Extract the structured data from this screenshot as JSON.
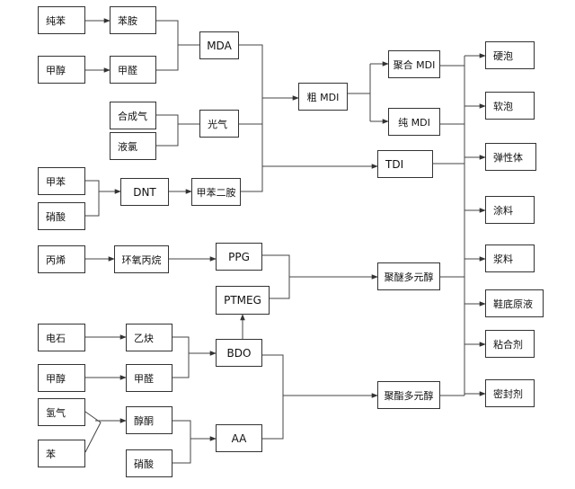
{
  "nodes": {
    "chunben": "纯苯",
    "benan": "苯胺",
    "jiachun": "甲醇",
    "jiaquan": "甲醛",
    "mda": "MDA",
    "hechengqi": "合成气",
    "yelv": "液氯",
    "guangqi": "光气",
    "cu_mdi": "粗 MDI",
    "juhe_mdi": "聚合 MDI",
    "chun_mdi": "纯 MDI",
    "jiaben": "甲苯",
    "dnt": "DNT",
    "jiaben_erhan": "甲苯二胺",
    "xiaosuan": "硝酸",
    "tdi": "TDI",
    "bingxi": "丙烯",
    "huanyang_bingwan": "环氧丙烷",
    "ppg": "PPG",
    "ptmeg": "PTMEG",
    "jumi_duoyuanchun": "聚醚多元醇",
    "dianshi": "电石",
    "yiyan": "乙炔",
    "jiachun2": "甲醇",
    "jiaquan2": "甲醛",
    "bdo": "BDO",
    "qingqi": "氢气",
    "ben": "苯",
    "chuntong": "醇酮",
    "xiaosuan2": "硝酸",
    "aa": "AA",
    "juzhi_duoyuanchun": "聚酯多元醇",
    "yingpao": "硬泡",
    "ruanpao": "软泡",
    "tanxingti": "弹性体",
    "tuliao": "涂料",
    "jiangliao": "浆料",
    "xiediyuanye": "鞋底原液",
    "nianheji": "粘合剂",
    "mifengji": "密封剂"
  }
}
